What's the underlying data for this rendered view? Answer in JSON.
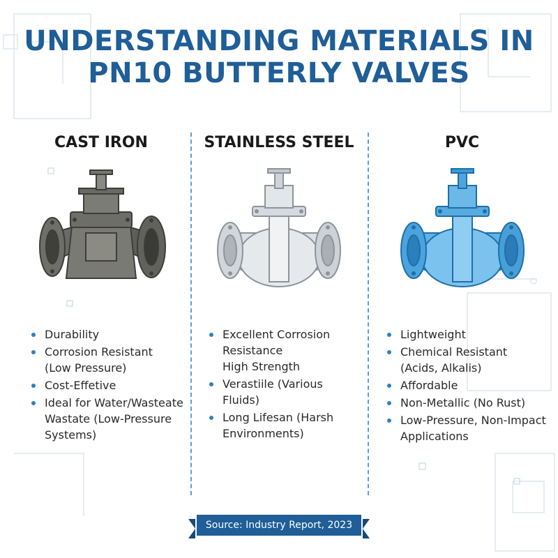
{
  "title": {
    "line1": "UNDERSTANDING MATERIALS IN",
    "line2": "PN10 BUTTERLY VALVES"
  },
  "colors": {
    "title": "#1f5e97",
    "divider": "#5a9fcf",
    "bullet": "#2f7fc1",
    "cast_iron": "#6b6b66",
    "stainless": "#c9ced3",
    "pvc": "#4aa3dc",
    "ribbon": "#1f5e97"
  },
  "columns": [
    {
      "name": "CAST IRON",
      "icon": "cast-iron-valve-icon",
      "features": [
        {
          "main": "Durability",
          "sub": ""
        },
        {
          "main": "Corrosion Resistant",
          "sub": "(Low Pressure)"
        },
        {
          "main": "Cost-Effetive",
          "sub": ""
        },
        {
          "main": "Ideal for Water/Wasteate",
          "sub": "Wastate (Low-Pressure",
          "sub2": "Systems)"
        }
      ]
    },
    {
      "name": "STAINLESS STEEL",
      "icon": "stainless-steel-valve-icon",
      "features": [
        {
          "main": "Excellent Corrosion",
          "sub": "Resistance",
          "sub2": "High Strength"
        },
        {
          "main": "Verastiile (Various",
          "sub": "Fluids)"
        },
        {
          "main": "Long Lifesan (Harsh",
          "sub": "Environments)"
        }
      ]
    },
    {
      "name": "PVC",
      "icon": "pvc-valve-icon",
      "features": [
        {
          "main": "Lightweight",
          "sub": ""
        },
        {
          "main": "Chemical Resistant",
          "sub": "(Acids, Alkalis)"
        },
        {
          "main": "Affordable",
          "sub": ""
        },
        {
          "main": "Non-Metallic (No Rust)",
          "sub": ""
        },
        {
          "main": "Low-Pressure, Non-Impact",
          "sub": "Applications"
        }
      ]
    }
  ],
  "source": "Source: Industry Report, 2023"
}
